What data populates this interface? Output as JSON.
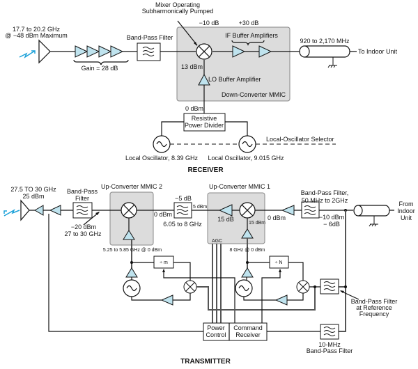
{
  "colors": {
    "amplifier_fill": "#bfe3ee",
    "mmic_fill": "#dcdcdc",
    "signal_bolt": "#1aa0d8"
  },
  "receiver": {
    "title": "RECEIVER",
    "input_freq": "17.7 to 20.2 GHz",
    "input_level": "@ −48 dBm Maximum",
    "gain": "Gain = 28 dB",
    "bpf": "Band-Pass Filter",
    "mixer_note_1": "Mixer Operating",
    "mixer_note_2": "Subharmonically Pumped",
    "mixer_loss": "−10 dB",
    "if_gain": "+30 dB",
    "if_amps": "IF Buffer Amplifiers",
    "lo_level": "13 dBm",
    "lo_amp": "LO Buffer Amplifier",
    "mmic": "Down-Converter MMIC",
    "divider_level": "0 dBm",
    "divider_1": "Resistive",
    "divider_2": "Power Divider",
    "output_freq": "920 to 2,170 MHz",
    "output": "To Indoor Unit",
    "lo1": "Local Oscillator, 8.39 GHz",
    "lo2": "Local Oscillator, 9.015 GHz",
    "lo_selector": "Local-Oscillator Selector"
  },
  "transmitter": {
    "title": "TRANSMITTER",
    "output_freq": "27.5 TO 30 GHz",
    "output_power": "25 dBm",
    "bpf_1": "Band-Pass",
    "bpf_2": "Filter",
    "bpf_level": "−20 dBm",
    "bpf_freq": "27 to 30 GHz",
    "mmic2": "Up-Converter MMIC 2",
    "mmic2_lo": "5.25 to 5.85 GHz @ 0 dBm",
    "mid_level": "0 dBm",
    "mid_loss": "−5 dB",
    "mid_freq": "6.05 to 8 GHz",
    "mid_out": "5 dBm",
    "mmic1": "Up-Converter MMIC 1",
    "mmic1_gain": "15 dB",
    "mmic1_lo_level": "15 dBm",
    "agc": "AGC",
    "mmic1_lo": "8 GHz @ 0 dBm",
    "if_level": "0 dBm",
    "if_bpf_1": "Band-Pass Filter,",
    "if_bpf_2": "50 MHz to 2GHz",
    "in_level": "−10 dBm",
    "in_loss": "− 6dB",
    "from_1": "From",
    "from_2": "Indoor",
    "from_3": "Unit",
    "div_m": "÷ m",
    "div_n": "÷ N",
    "power_1": "Power",
    "power_2": "Control",
    "cmd_1": "Command",
    "cmd_2": "Receiver",
    "ref_bpf_1": "Band-Pass Filter",
    "ref_bpf_2": "at Reference",
    "ref_bpf_3": "Frequency",
    "tenmhz_1": "10-MHz",
    "tenmhz_2": "Band-Pass Filter"
  }
}
